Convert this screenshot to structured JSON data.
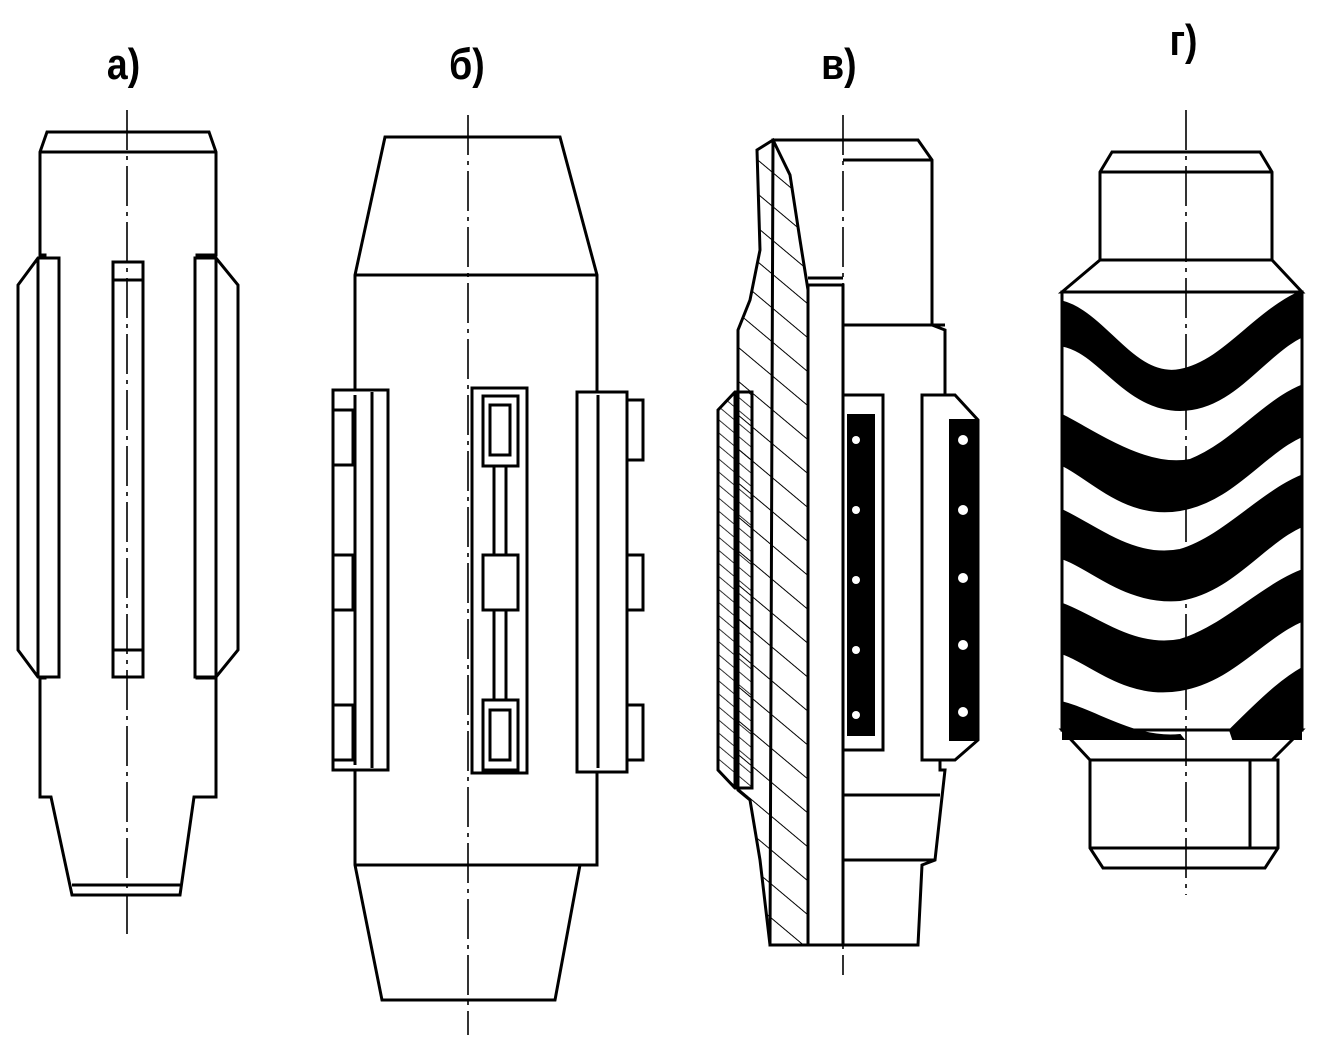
{
  "figures": [
    {
      "id": "a",
      "label": "а)"
    },
    {
      "id": "b",
      "label": "б)"
    },
    {
      "id": "v",
      "label": "в)"
    },
    {
      "id": "g",
      "label": "г)"
    }
  ],
  "colors": {
    "ink": "#000000",
    "paper": "#ffffff"
  }
}
